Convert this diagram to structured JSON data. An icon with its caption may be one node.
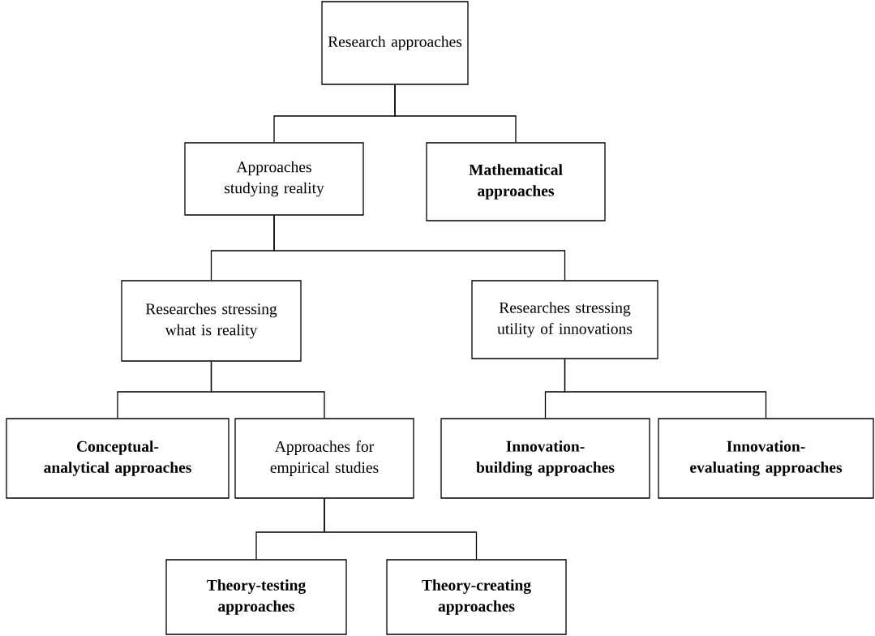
{
  "diagram": {
    "nodes": [
      {
        "text": [
          "Research approaches"
        ]
      },
      {
        "text": [
          "Approaches studying reality"
        ]
      },
      {
        "text": [
          "Mathematical approaches"
        ]
      },
      {
        "text": [
          "Researches stressing what is reality"
        ]
      },
      {
        "text": [
          "Researches stressing utility of innovations"
        ]
      },
      {
        "text": [
          "Conceptual-analytical approaches"
        ]
      },
      {
        "text": [
          "Approaches for empirical studies"
        ]
      },
      {
        "text": [
          "Innovation-building approaches"
        ]
      },
      {
        "text": [
          "Innovation-evaluating approaches"
        ]
      },
      {
        "text": [
          "Theory-testing approaches"
        ]
      },
      {
        "text": [
          "Theory-creating approaches"
        ]
      }
    ],
    "edges": [
      {
        "from": 0,
        "to": 1,
        "arrow": "none"
      },
      {
        "from": 0,
        "to": 2,
        "arrow": "none"
      },
      {
        "from": 1,
        "to": 3,
        "arrow": "none"
      },
      {
        "from": 1,
        "to": 4,
        "arrow": "none"
      },
      {
        "from": 3,
        "to": 5,
        "arrow": "none"
      },
      {
        "from": 3,
        "to": 6,
        "arrow": "none"
      },
      {
        "from": 4,
        "to": 7,
        "arrow": "none"
      },
      {
        "from": 4,
        "to": 8,
        "arrow": "none"
      },
      {
        "from": 6,
        "to": 9,
        "arrow": "none"
      },
      {
        "from": 6,
        "to": 10,
        "arrow": "none"
      }
    ]
  }
}
